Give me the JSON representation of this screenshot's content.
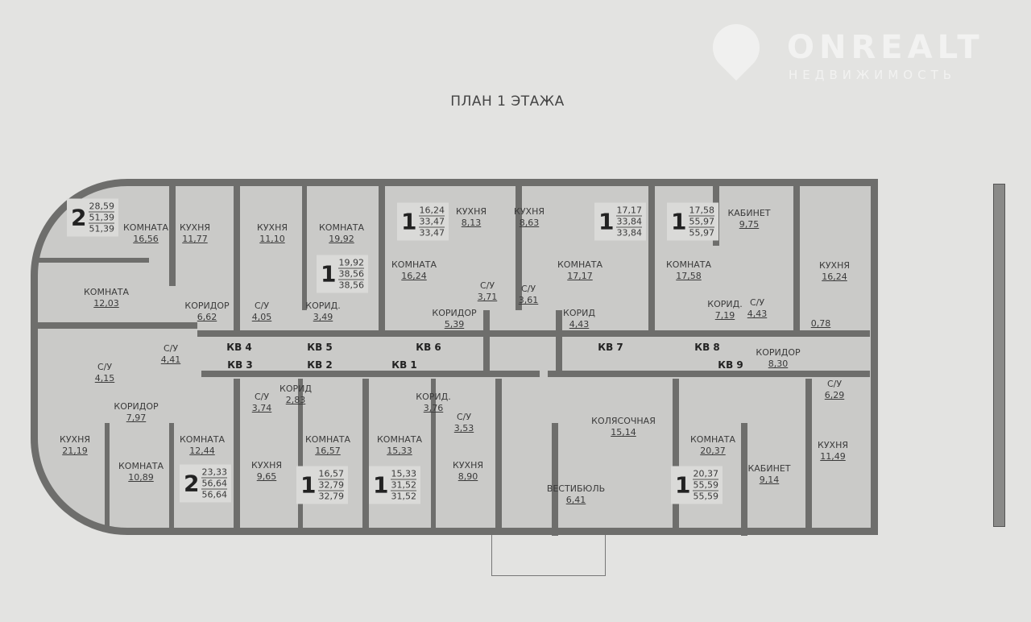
{
  "title": "ПЛАН 1 ЭТАЖА",
  "watermark": {
    "name": "ONREALT",
    "sub": "НЕДВИЖИМОСТЬ"
  },
  "apartments": [
    "КВ 4",
    "КВ 5",
    "КВ 6",
    "КВ 7",
    "КВ 8",
    "КВ 3",
    "КВ 2",
    "КВ 1",
    "КВ 9"
  ],
  "rooms": [
    {
      "name": "КОМНАТА",
      "area": "16,56"
    },
    {
      "name": "КУХНЯ",
      "area": "11,77"
    },
    {
      "name": "КУХНЯ",
      "area": "11,10"
    },
    {
      "name": "КОМНАТА",
      "area": "19,92"
    },
    {
      "name": "КОМНАТА",
      "area": "12,03"
    },
    {
      "name": "КОРИДОР",
      "area": "6,62"
    },
    {
      "name": "С/У",
      "area": "4,05"
    },
    {
      "name": "КОРИД.",
      "area": "3,49"
    },
    {
      "name": "С/У",
      "area": "4,41"
    },
    {
      "name": "С/У",
      "area": "4,15"
    },
    {
      "name": "КОРИДОР",
      "area": "7,97"
    },
    {
      "name": "КУХНЯ",
      "area": "21,19"
    },
    {
      "name": "КОМНАТА",
      "area": "10,89"
    },
    {
      "name": "КОМНАТА",
      "area": "12,44"
    },
    {
      "name": "С/У",
      "area": "3,74"
    },
    {
      "name": "КОРИД",
      "area": "2,83"
    },
    {
      "name": "КУХНЯ",
      "area": "9,65"
    },
    {
      "name": "КОМНАТА",
      "area": "16,57"
    },
    {
      "name": "КОМНАТА",
      "area": "15,33"
    },
    {
      "name": "КОРИД.",
      "area": "3,76"
    },
    {
      "name": "С/У",
      "area": "3,53"
    },
    {
      "name": "КУХНЯ",
      "area": "8,90"
    },
    {
      "name": "КОМНАТА",
      "area": "16,24"
    },
    {
      "name": "КУХНЯ",
      "area": "8,13"
    },
    {
      "name": "КУХНЯ",
      "area": "8,63"
    },
    {
      "name": "С/У",
      "area": "3,71"
    },
    {
      "name": "С/У",
      "area": "3,61"
    },
    {
      "name": "КОРИДОР",
      "area": "5,39"
    },
    {
      "name": "КОРИД",
      "area": "4,43"
    },
    {
      "name": "КОМНАТА",
      "area": "17,17"
    },
    {
      "name": "КОМНАТА",
      "area": "17,58"
    },
    {
      "name": "КАБИНЕТ",
      "area": "9,75"
    },
    {
      "name": "КУХНЯ",
      "area": "16,24"
    },
    {
      "name": "С/У",
      "area": "4,43"
    },
    {
      "name": "КОРИД.",
      "area": "7,19"
    },
    {
      "name": "",
      "area": "0,78"
    },
    {
      "name": "КОРИДОР",
      "area": "8,30"
    },
    {
      "name": "С/У",
      "area": "6,29"
    },
    {
      "name": "КУХНЯ",
      "area": "11,49"
    },
    {
      "name": "КОЛЯСОЧНАЯ",
      "area": "15,14"
    },
    {
      "name": "КОМНАТА",
      "area": "20,37"
    },
    {
      "name": "КАБИНЕТ",
      "area": "9,14"
    },
    {
      "name": "ВЕСТИБЮЛЬ",
      "area": "6,41"
    }
  ],
  "badges": [
    {
      "rooms": "2",
      "living": "28,59",
      "total": "51,39",
      "total2": "51,39"
    },
    {
      "rooms": "1",
      "living": "19,92",
      "total": "38,56",
      "total2": "38,56"
    },
    {
      "rooms": "1",
      "living": "16,24",
      "total": "33,47",
      "total2": "33,47"
    },
    {
      "rooms": "1",
      "living": "17,17",
      "total": "33,84",
      "total2": "33,84"
    },
    {
      "rooms": "1",
      "living": "17,58",
      "total": "55,97",
      "total2": "55,97"
    },
    {
      "rooms": "2",
      "living": "23,33",
      "total": "56,64",
      "total2": "56,64"
    },
    {
      "rooms": "1",
      "living": "16,57",
      "total": "32,79",
      "total2": "32,79"
    },
    {
      "rooms": "1",
      "living": "15,33",
      "total": "31,52",
      "total2": "31,52"
    },
    {
      "rooms": "1",
      "living": "20,37",
      "total": "55,59",
      "total2": "55,59"
    }
  ]
}
